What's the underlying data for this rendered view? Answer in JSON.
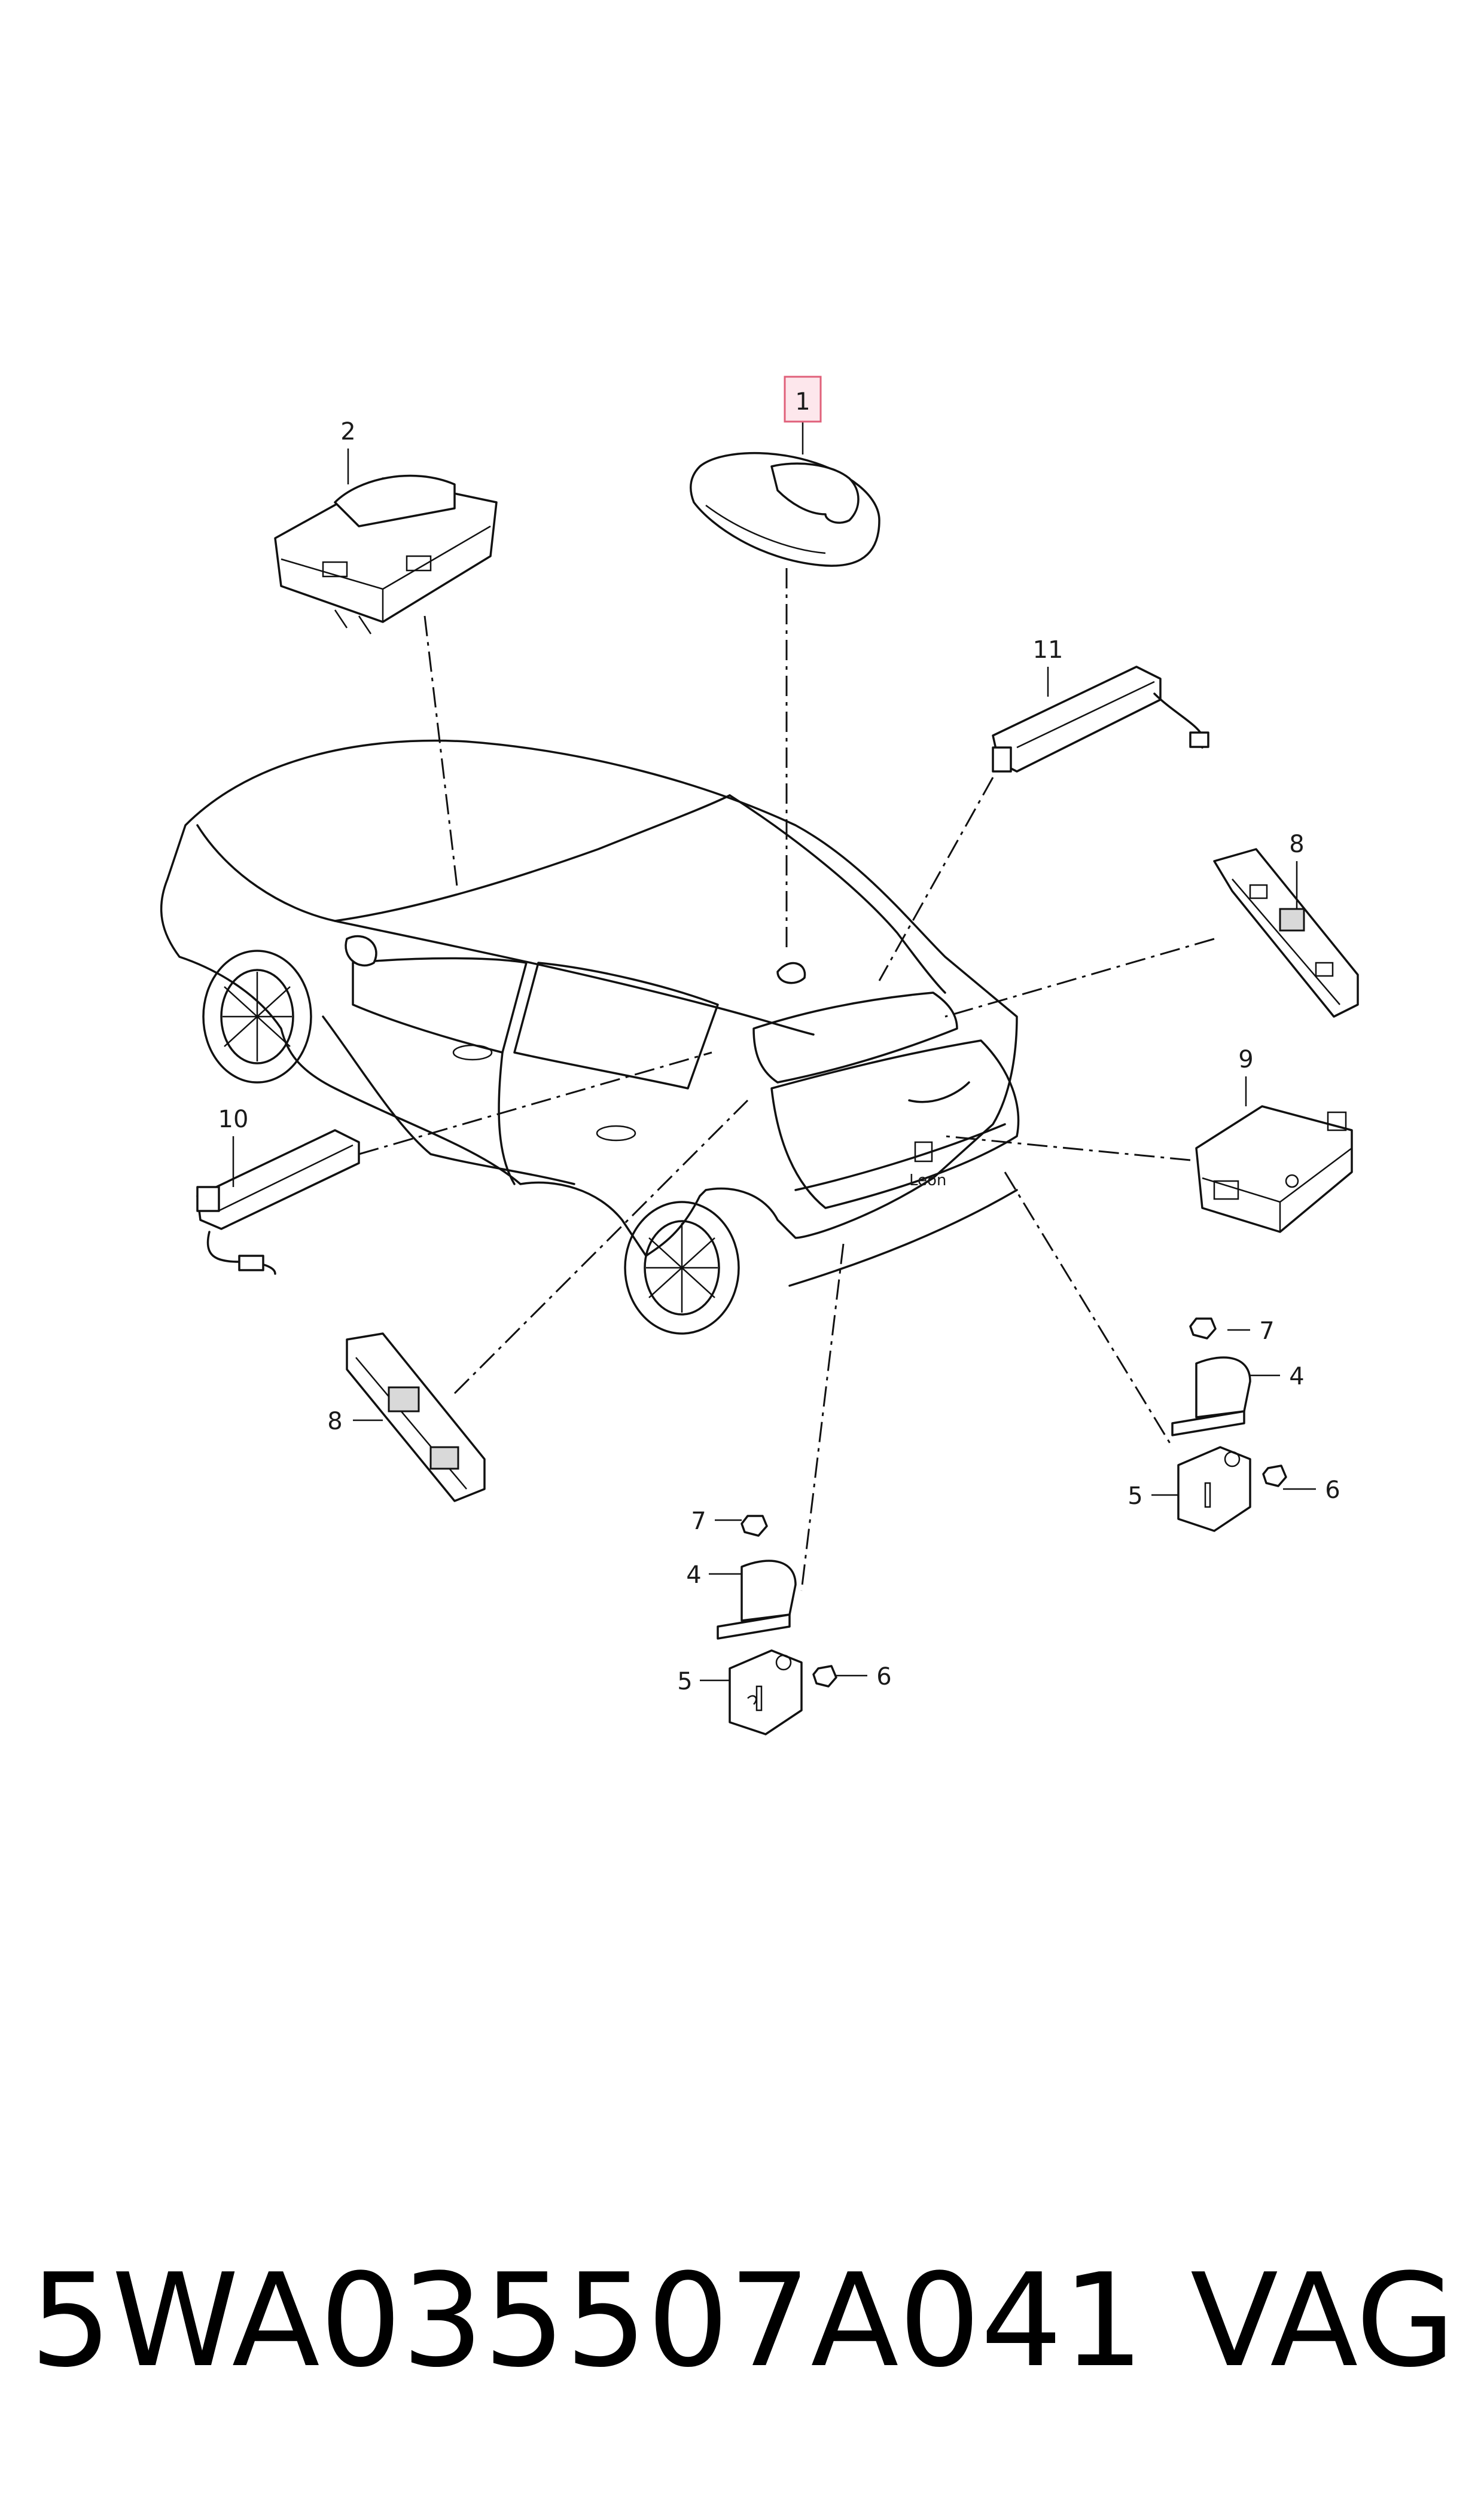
{
  "diagram": {
    "callouts": [
      {
        "id": "c1",
        "label": "1"
      },
      {
        "id": "c2",
        "label": "2"
      },
      {
        "id": "c11",
        "label": "11"
      },
      {
        "id": "c8a",
        "label": "8"
      },
      {
        "id": "c9",
        "label": "9"
      },
      {
        "id": "c10",
        "label": "10"
      },
      {
        "id": "c8b",
        "label": "8"
      },
      {
        "id": "c7a",
        "label": "7"
      },
      {
        "id": "c4a",
        "label": "4"
      },
      {
        "id": "c5a",
        "label": "5"
      },
      {
        "id": "c6a",
        "label": "6"
      },
      {
        "id": "c7b",
        "label": "7"
      },
      {
        "id": "c4b",
        "label": "4"
      },
      {
        "id": "c5b",
        "label": "5"
      },
      {
        "id": "c6b",
        "label": "6"
      }
    ],
    "highlighted_callout": "1",
    "highlight_color": "#fde7ec",
    "highlight_border_color": "#e0607a"
  },
  "caption": {
    "part_number": "5WA035507A041",
    "brand": "VAG"
  },
  "car_badge": "Leon"
}
